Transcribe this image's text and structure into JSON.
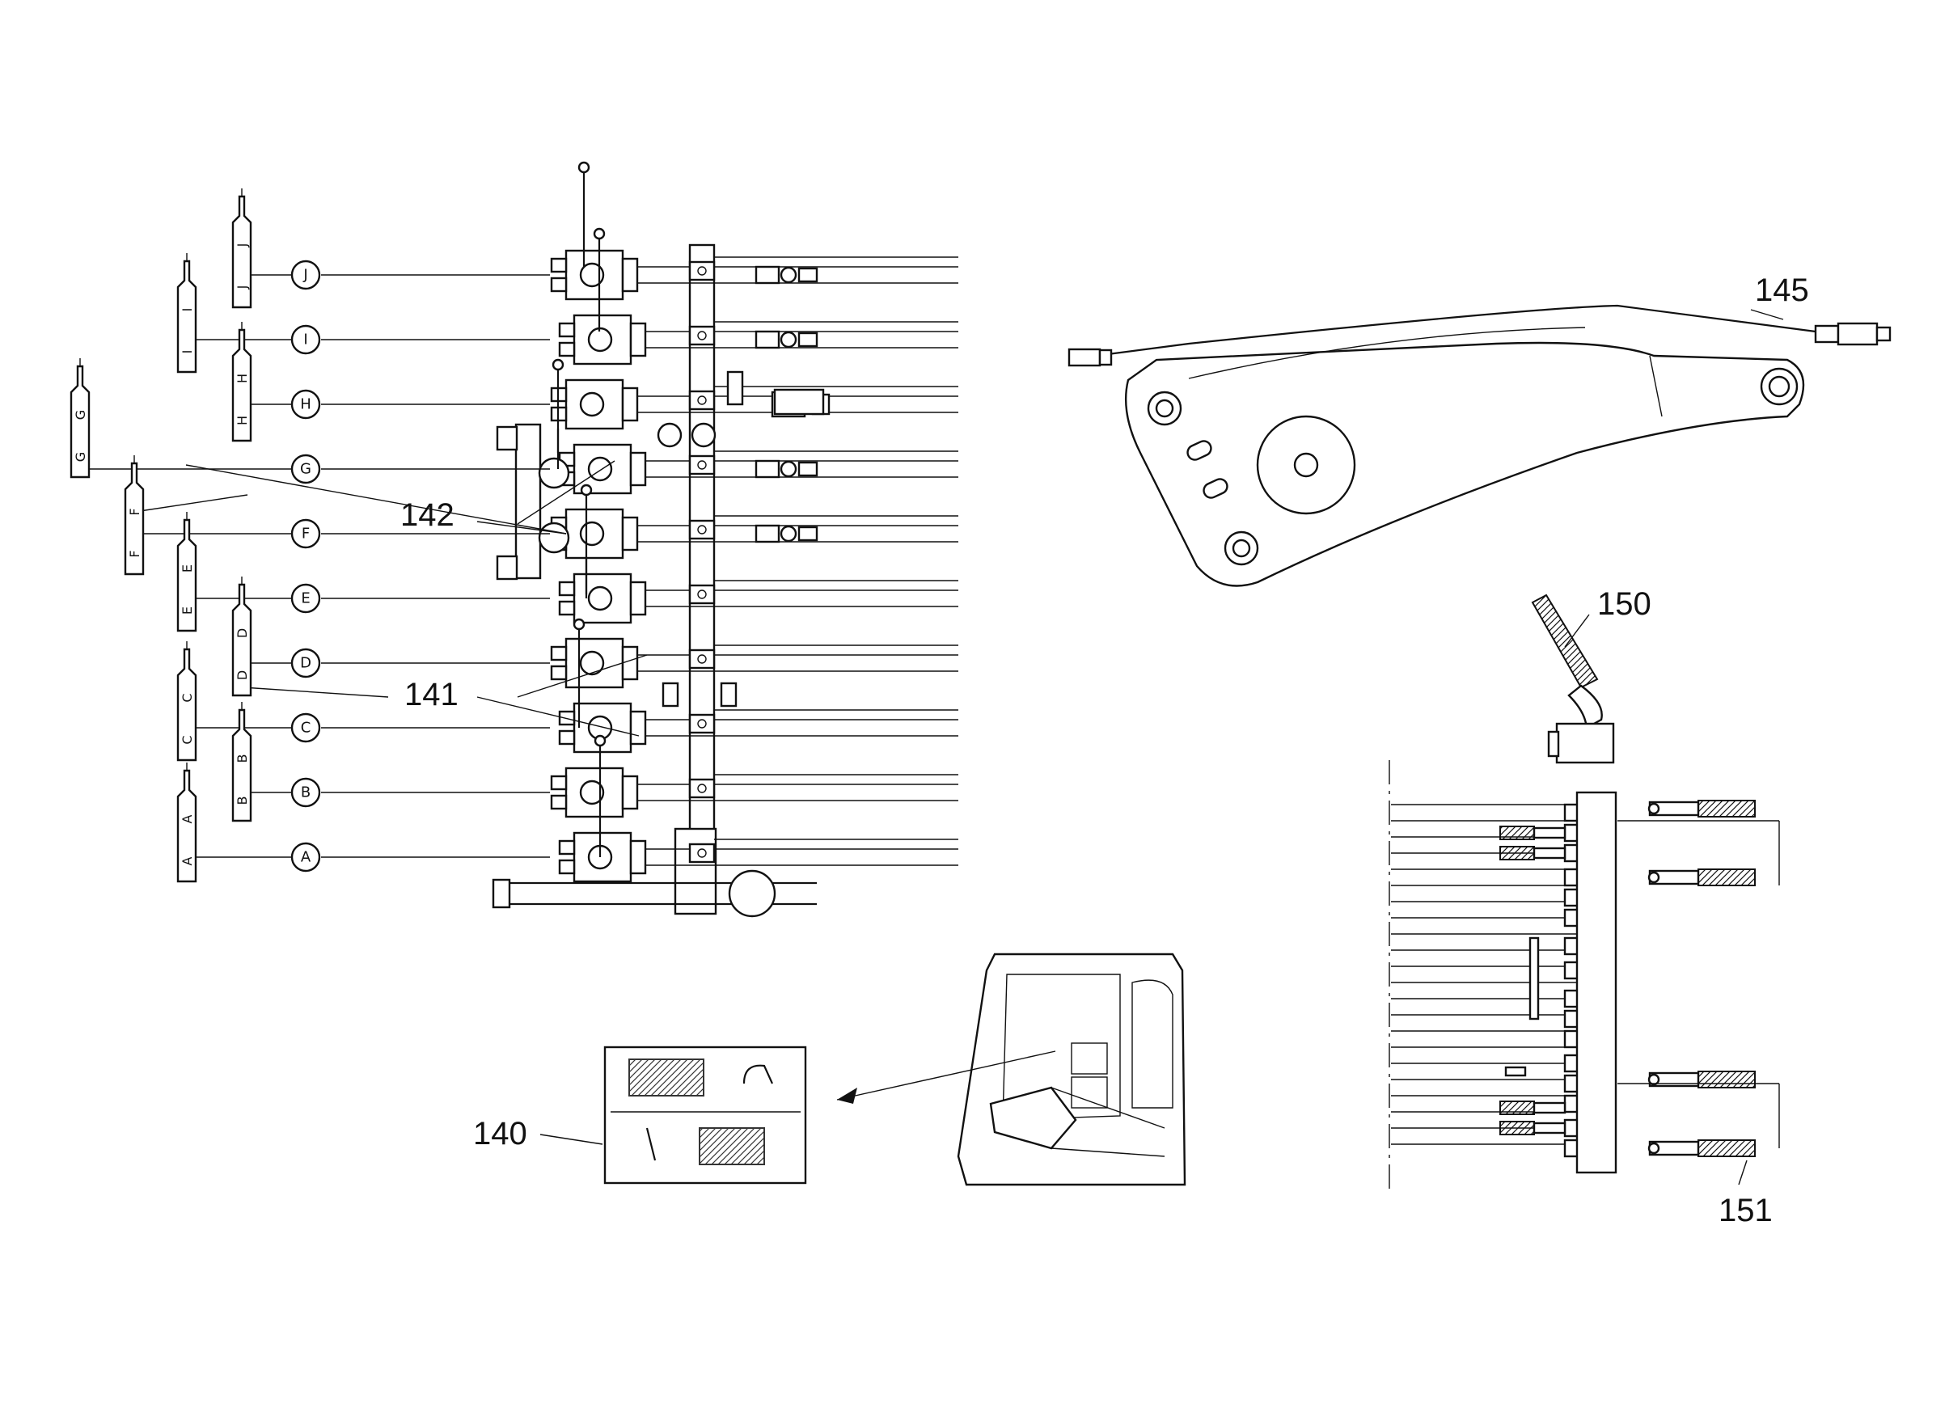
{
  "callouts": {
    "c140": "140",
    "c141": "141",
    "c142": "142",
    "c145": "145",
    "c150": "150",
    "c151": "151"
  },
  "rows": [
    {
      "letter": "J"
    },
    {
      "letter": "I"
    },
    {
      "letter": "H"
    },
    {
      "letter": "G"
    },
    {
      "letter": "F"
    },
    {
      "letter": "E"
    },
    {
      "letter": "D"
    },
    {
      "letter": "C"
    },
    {
      "letter": "B"
    },
    {
      "letter": "A"
    }
  ]
}
